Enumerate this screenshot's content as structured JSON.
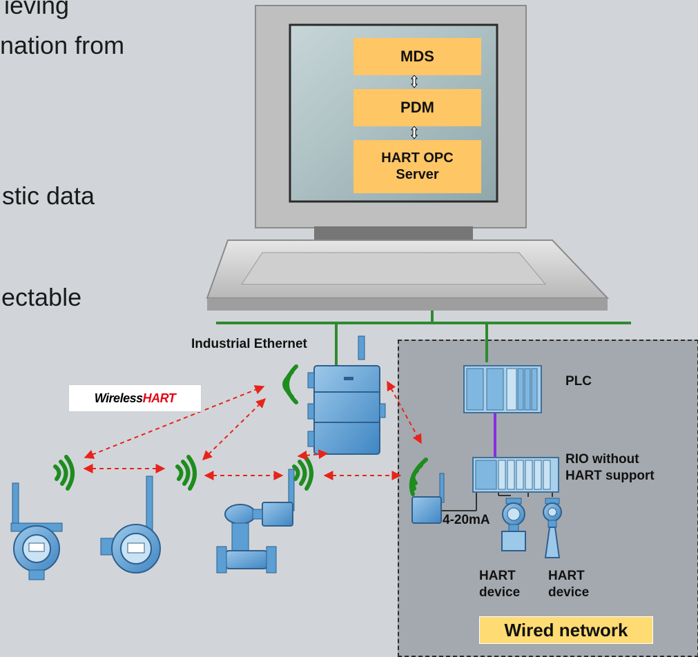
{
  "slide_text": {
    "line1": "ieving",
    "line2": "nation from",
    "line3": "stic data",
    "line4": "ectable"
  },
  "software_stack": {
    "mds": "MDS",
    "pdm": "PDM",
    "opc_line1": "HART OPC",
    "opc_line2": "Server"
  },
  "labels": {
    "industrial_ethernet": "Industrial Ethernet",
    "plc": "PLC",
    "rio_line1": "RIO without",
    "rio_line2": "HART support",
    "current_loop": "4-20mA",
    "hart_device_1_l1": "HART",
    "hart_device_1_l2": "device",
    "hart_device_2_l1": "HART",
    "hart_device_2_l2": "device",
    "wired_network": "Wired network"
  },
  "logo": {
    "part1": "Wireless",
    "part2": "HART"
  },
  "colors": {
    "background": "#d1d5d9",
    "wired_area": "#a4a9af",
    "box_fill": "#fec665",
    "ethernet_line": "#2f8a2f",
    "profibus_line": "#8a2be2",
    "wireless_link": "#e8231a",
    "wireless_signal": "#1e8c1e",
    "device_blue": "#5b9fd4"
  }
}
